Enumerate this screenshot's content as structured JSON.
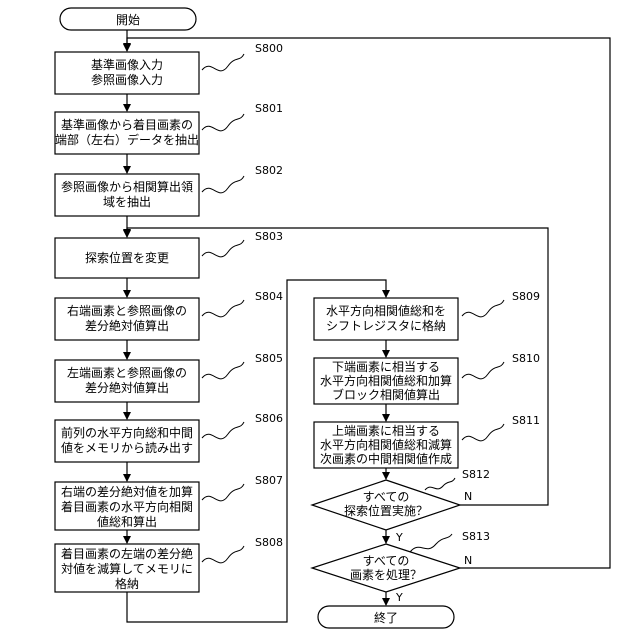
{
  "start_label": "開始",
  "end_label": "終了",
  "steps": {
    "s800": {
      "lines": [
        "基準画像入力",
        "参照画像入力"
      ],
      "step_id": "S800"
    },
    "s801": {
      "lines": [
        "基準画像から着目画素の",
        "端部（左右）データを抽出"
      ],
      "step_id": "S801"
    },
    "s802": {
      "lines": [
        "参照画像から相関算出領",
        "域を抽出"
      ],
      "step_id": "S802"
    },
    "s803": {
      "lines": [
        "探索位置を変更"
      ],
      "step_id": "S803"
    },
    "s804": {
      "lines": [
        "右端画素と参照画像の",
        "差分絶対値算出"
      ],
      "step_id": "S804"
    },
    "s805": {
      "lines": [
        "左端画素と参照画像の",
        "差分絶対値算出"
      ],
      "step_id": "S805"
    },
    "s806": {
      "lines": [
        "前列の水平方向総和中間",
        "値をメモリから読み出す"
      ],
      "step_id": "S806"
    },
    "s807": {
      "lines": [
        "右端の差分絶対値を加算",
        "着目画素の水平方向相関",
        "値総和算出"
      ],
      "step_id": "S807"
    },
    "s808": {
      "lines": [
        "着目画素の左端の差分絶",
        "対値を減算してメモリに",
        "格納"
      ],
      "step_id": "S808"
    },
    "s809": {
      "lines": [
        "水平方向相関値総和を",
        "シフトレジスタに格納"
      ],
      "step_id": "S809"
    },
    "s810": {
      "lines": [
        "下端画素に相当する",
        "水平方向相関値総和加算",
        "ブロック相関値算出"
      ],
      "step_id": "S810"
    },
    "s811": {
      "lines": [
        "上端画素に相当する",
        "水平方向相関値総和減算",
        "次画素の中間相関値作成"
      ],
      "step_id": "S811"
    },
    "s812": {
      "lines": [
        "すべての",
        "探索位置実施？"
      ],
      "step_id": "S812",
      "yes": "Y",
      "no": "N"
    },
    "s813": {
      "lines": [
        "すべての",
        "画素を処理？"
      ],
      "step_id": "S813",
      "yes": "Y",
      "no": "N"
    }
  }
}
